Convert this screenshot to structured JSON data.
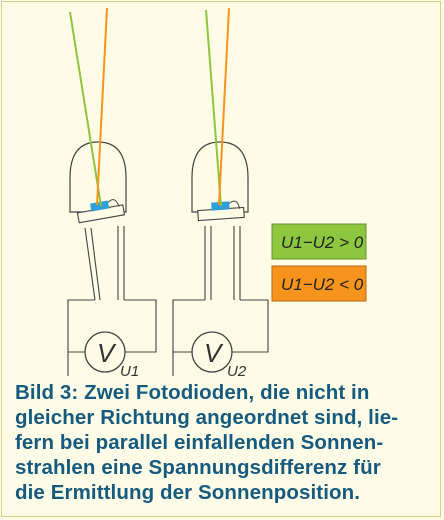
{
  "diagram": {
    "legend": [
      {
        "text": "U1−U2 > 0",
        "color": "#8dc63f"
      },
      {
        "text": "U1−U2 < 0",
        "color": "#f7941d"
      }
    ],
    "meter_symbol": "V",
    "meters": [
      {
        "label": "U1"
      },
      {
        "label": "U2"
      }
    ],
    "ray_colors": {
      "green": "#8dc63f",
      "orange": "#f7941d"
    },
    "diode_chip_color": "#2e9fd8"
  },
  "caption": {
    "lines": [
      "Bild 3: Zwei Fotodioden, die nicht in",
      "gleicher Richtung angeordnet sind, lie-",
      "fern bei parallel einfallenden Sonnen-",
      "strahlen eine Spannungsdifferenz für",
      "die Ermittlung der Sonnenposition."
    ]
  }
}
